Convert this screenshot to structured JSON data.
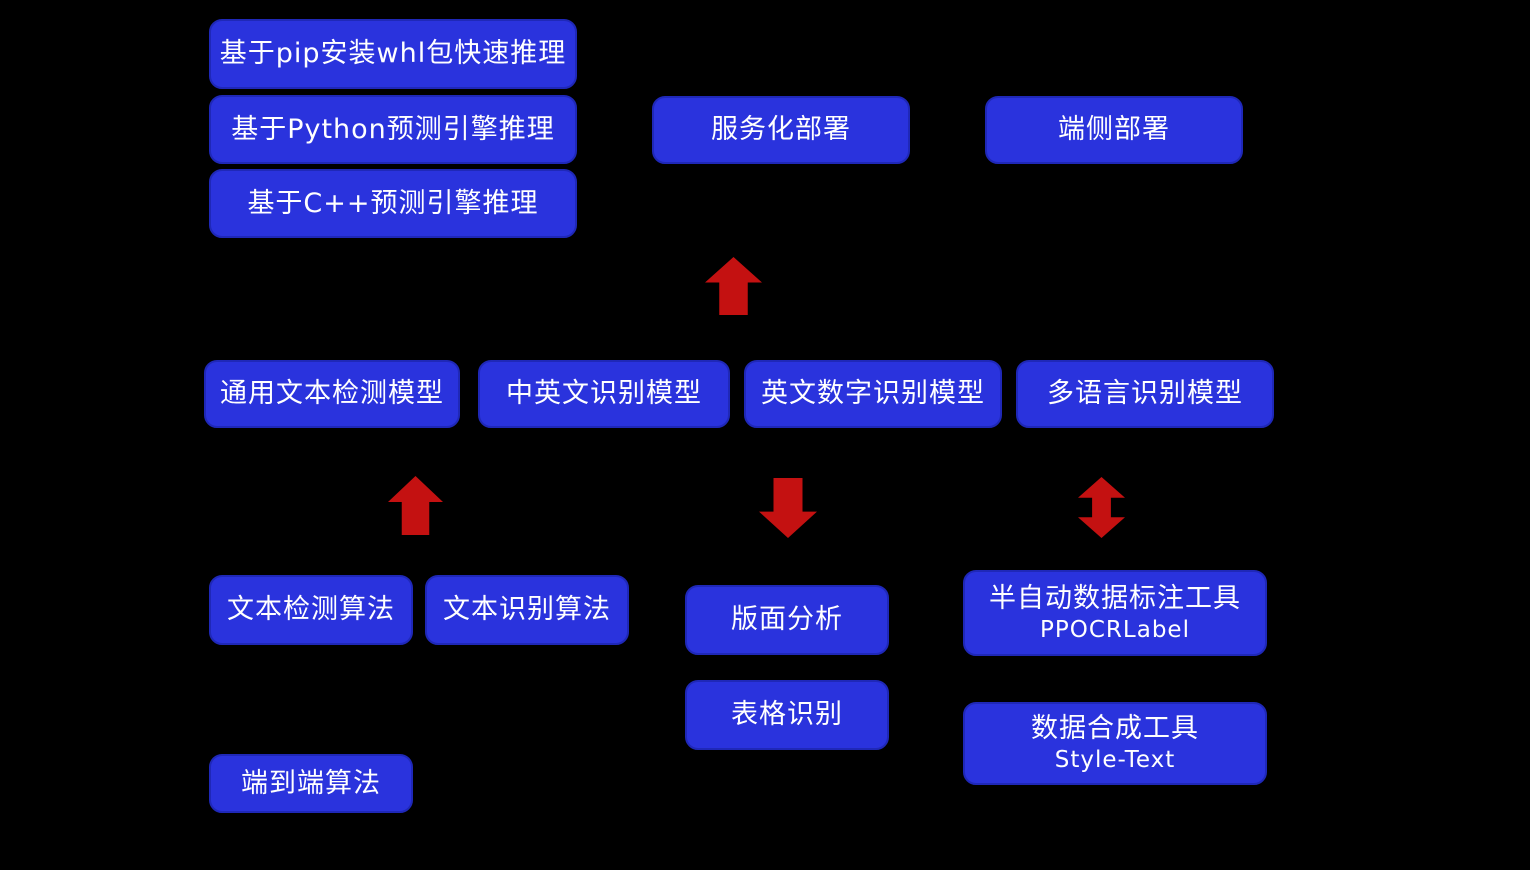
{
  "diagram": {
    "colors": {
      "background": "#000000",
      "box": "#2a33dd",
      "box_edge": "#1f28b8",
      "arrow": "#c41111",
      "text": "#ffffff"
    },
    "inference_boxes": [
      {
        "label": "基于pip安装whl包快速推理"
      },
      {
        "label": "基于Python预测引擎推理"
      },
      {
        "label": "基于C++预测引擎推理"
      }
    ],
    "deployment_boxes": [
      {
        "label": "服务化部署"
      },
      {
        "label": "端侧部署"
      }
    ],
    "model_boxes": [
      {
        "label": "通用文本检测模型"
      },
      {
        "label": "中英文识别模型"
      },
      {
        "label": "英文数字识别模型"
      },
      {
        "label": "多语言识别模型"
      }
    ],
    "algorithm_boxes": [
      {
        "label": "文本检测算法"
      },
      {
        "label": "文本识别算法"
      },
      {
        "label": "端到端算法"
      }
    ],
    "document_boxes": [
      {
        "label": "版面分析"
      },
      {
        "label": "表格识别"
      }
    ],
    "tool_boxes": [
      {
        "label": "半自动数据标注工具",
        "sublabel": "PPOCRLabel"
      },
      {
        "label": "数据合成工具",
        "sublabel": "Style-Text"
      }
    ],
    "arrows": [
      {
        "name": "models-to-deployment",
        "direction": "up"
      },
      {
        "name": "algorithms-to-models",
        "direction": "up"
      },
      {
        "name": "models-to-document-analysis",
        "direction": "down"
      },
      {
        "name": "models-and-data-tools",
        "direction": "both"
      }
    ]
  }
}
